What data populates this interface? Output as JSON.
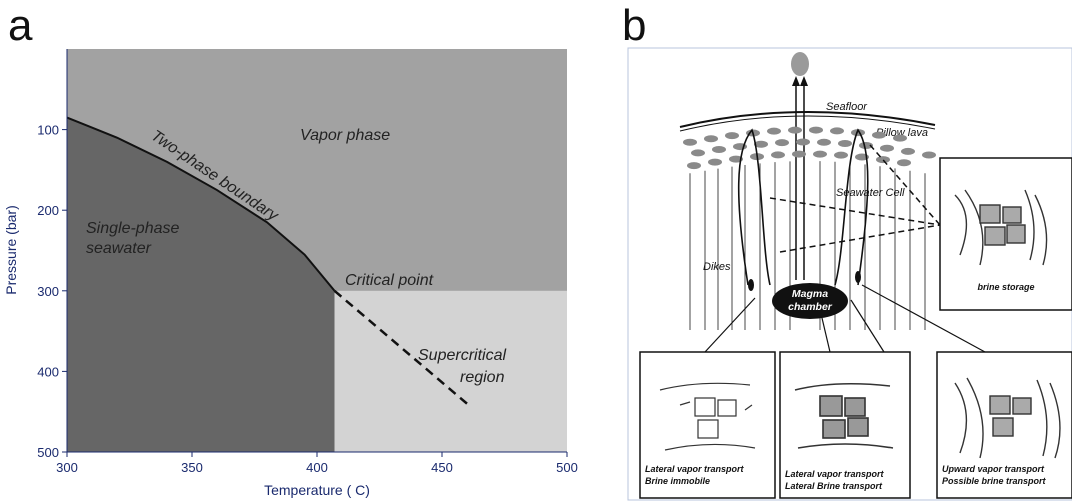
{
  "panel_a": {
    "letter": "a",
    "chart_data": {
      "type": "area",
      "xlabel": "Temperature ( C)",
      "ylabel": "Pressure (bar)",
      "xlim": [
        300,
        500
      ],
      "ylim": [
        500,
        0
      ],
      "x_ticks": [
        "300",
        "350",
        "400",
        "450",
        "500"
      ],
      "y_ticks": [
        "100",
        "200",
        "300",
        "400",
        "500"
      ],
      "two_phase_boundary": [
        [
          300,
          85
        ],
        [
          320,
          110
        ],
        [
          340,
          140
        ],
        [
          360,
          175
        ],
        [
          380,
          215
        ],
        [
          395,
          255
        ],
        [
          407,
          300
        ]
      ],
      "supercritical_extension": [
        [
          407,
          300
        ],
        [
          460,
          440
        ]
      ],
      "critical_point": {
        "x": 407,
        "y": 300
      },
      "regions": {
        "vapor": "Vapor phase",
        "single_phase": "Single-phase seawater",
        "supercritical": "Supercritical region"
      },
      "annotations": {
        "boundary": "Two-phase boundary",
        "critical": "Critical point"
      },
      "colors": {
        "single": "#666666",
        "vapor": "#a2a2a2",
        "super": "#d3d3d3"
      }
    },
    "single_line1": "Single-phase",
    "single_line2": "seawater",
    "super_line1": "Supercritical",
    "super_line2": "region"
  },
  "panel_b": {
    "letter": "b",
    "labels": {
      "seafloor": "Seafloor",
      "pillow_lava": "Pillow lava",
      "seawater_cell": "Seawater Cell",
      "dikes": "Dikes",
      "magma1": "Magma",
      "magma2": "chamber"
    },
    "insets": {
      "storage": "brine storage",
      "box1_line1": "Lateral vapor transport",
      "box1_line2": "Brine immobile",
      "box2_line1": "Lateral vapor transport",
      "box2_line2": "Lateral Brine transport",
      "box3_line1": "Upward vapor transport",
      "box3_line2": "Possible brine transport"
    }
  }
}
